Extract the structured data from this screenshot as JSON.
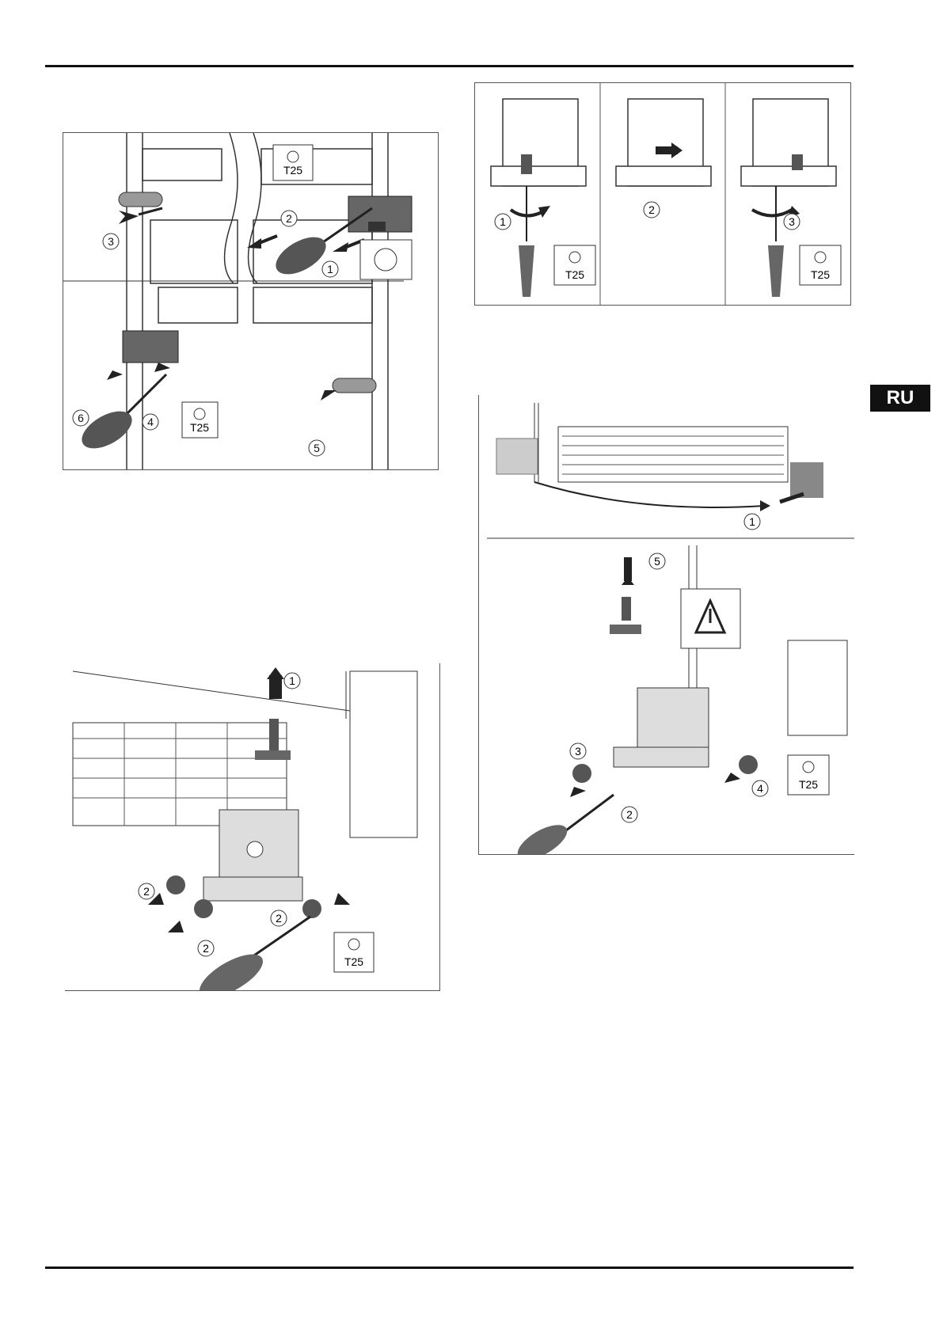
{
  "language_tab": "RU",
  "tool_label": "T25",
  "figure1": {
    "callouts": [
      "1",
      "2",
      "3",
      "4",
      "5",
      "6"
    ]
  },
  "figure2": {
    "callouts": [
      "1",
      "2",
      "3"
    ]
  },
  "figure3": {
    "callouts": [
      "1",
      "5",
      "3",
      "2",
      "4"
    ]
  },
  "figure4": {
    "callouts": [
      "1",
      "2",
      "2",
      "2"
    ]
  }
}
